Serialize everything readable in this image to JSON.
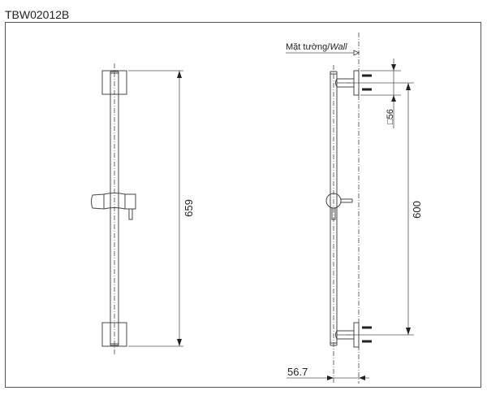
{
  "title": "TBW02012B",
  "front_view": {
    "overall_height_label": "659"
  },
  "side_view": {
    "wall_label_prefix": "Mặt tường/",
    "wall_label_italic": "Wall",
    "bracket_spacing_label": "600",
    "bracket_size_label": "56",
    "bracket_size_symbol": "□",
    "wall_offset_label": "56.7"
  }
}
